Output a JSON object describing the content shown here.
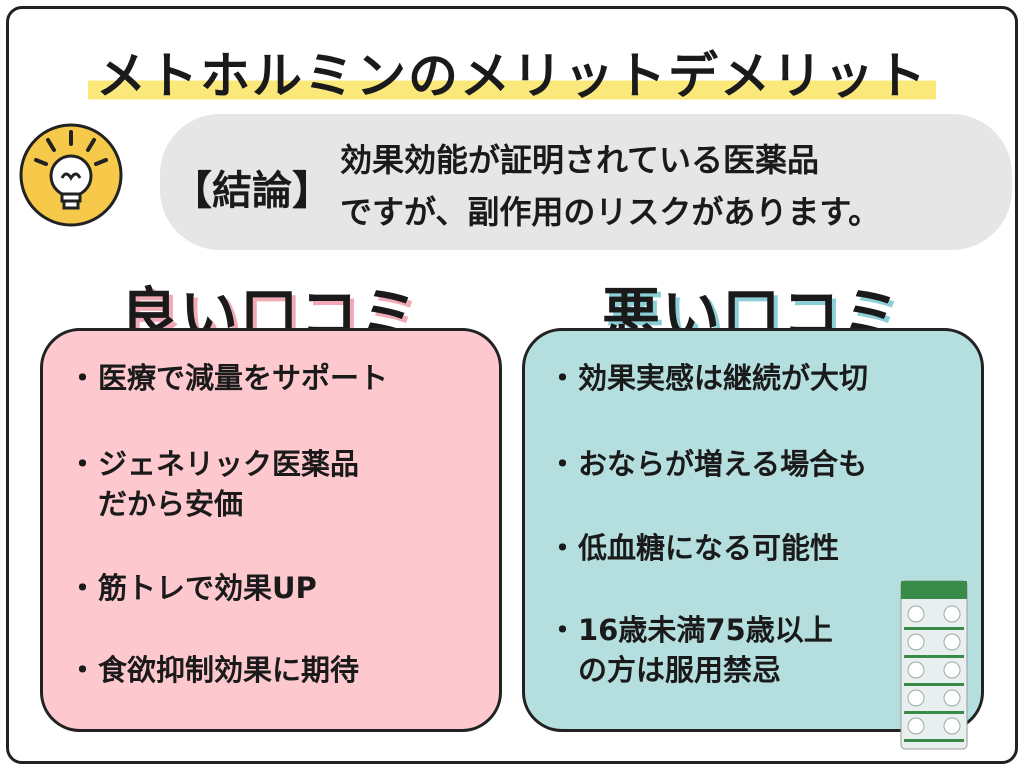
{
  "title": "メトホルミンのメリットデメリット",
  "conclusion": {
    "label": "【結論】",
    "line1": "効果効能が証明されている医薬品",
    "line2": "ですが、副作用のリスクがあります。"
  },
  "good": {
    "heading": "良い口コミ",
    "items": [
      {
        "line1": "医療で減量をサポート",
        "line2": ""
      },
      {
        "line1": "ジェネリック医薬品",
        "line2": "だから安価"
      },
      {
        "line1": "筋トレで効果UP",
        "line2": ""
      },
      {
        "line1": "食欲抑制効果に期待",
        "line2": ""
      }
    ]
  },
  "bad": {
    "heading": "悪い口コミ",
    "items": [
      {
        "line1": "効果実感は継続が大切",
        "line2": ""
      },
      {
        "line1": "おならが増える場合も",
        "line2": ""
      },
      {
        "line1": "低血糖になる可能性",
        "line2": ""
      },
      {
        "line1": "16歳未満75歳以上",
        "line2": "の方は服用禁忌"
      }
    ]
  },
  "bullet_char": "・",
  "icons": {
    "bulb": "lightbulb-icon",
    "pill": "pill-blister-icon"
  },
  "colors": {
    "title_highlight": "#fbe87a",
    "good_panel": "#fdc9cf",
    "bad_panel": "#b5dfdf",
    "bulb": "#f6c94a",
    "conclusion_bg": "#e6e6e6"
  }
}
